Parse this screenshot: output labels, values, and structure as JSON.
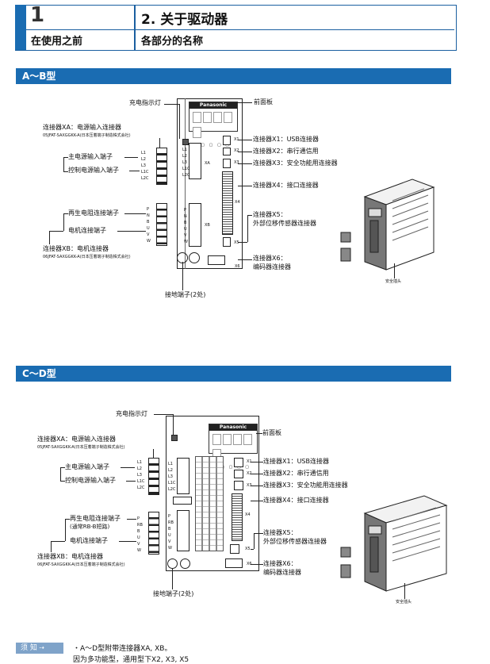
{
  "header": {
    "chapter_num": "1",
    "chapter_title": "在使用之前",
    "section_title": "2. 关于驱动器",
    "section_subtitle": "各部分的名称"
  },
  "section_ab": {
    "bar_title": "A～B型",
    "labels": {
      "charge_lamp": "充电指示灯",
      "front_panel": "前面板",
      "xa_title": "连接器XA：电源输入连接器",
      "xa_part": "05JFAT-SAXGGKK-A(日本压着端子制造株式会社)",
      "main_power": "主电源输入端子",
      "control_power": "控制电源输入端子",
      "regen": "再生电阻连接端子",
      "motor": "电机连接端子",
      "xb_title": "连接器XB：电机连接器",
      "xb_part": "06JFAT-SAXGGKK-A(日本压着端子制造株式会社)",
      "ground": "接地端子(2处)",
      "x1": "连接器X1：USB连接器",
      "x2": "连接器X2：串行通信用",
      "x3": "连接器X3：安全功能用连接器",
      "x4": "连接器X4：接口连接器",
      "x5a": "连接器X5：",
      "x5b": "外部位移传感器连接器",
      "x6a": "连接器X6：",
      "x6b": "编码器连接器",
      "safety_plug": "安全插头"
    },
    "pins_xa": [
      "L1",
      "L2",
      "L3",
      "L1C",
      "L2C"
    ],
    "pins_xb": [
      "P",
      "N",
      "B",
      "U",
      "V",
      "W"
    ],
    "brand": "Panasonic",
    "tags": {
      "xa": "XA",
      "xb": "XB",
      "x1": "X1",
      "x2": "X2",
      "x3": "X3",
      "x4": "X4",
      "x5": "X5",
      "x6": "X6"
    }
  },
  "section_cd": {
    "bar_title": "C～D型",
    "labels": {
      "charge_lamp": "充电指示灯",
      "front_panel": "前面板",
      "xa_title": "连接器XA：电源输入连接器",
      "xa_part": "05JFAT-SAXGGKK-A(日本压着端子制造株式会社)",
      "main_power": "主电源输入端子",
      "control_power": "控制电源输入端子",
      "regen": "再生电阻连接端子",
      "regen_note": "(通常RB-B短路)",
      "motor": "电机连接端子",
      "xb_title": "连接器XB：电机连接器",
      "xb_part": "06JFAT-SAXGGKK-A(日本压着端子制造株式会社)",
      "ground": "接地端子(2处)",
      "x1": "连接器X1：USB连接器",
      "x2": "连接器X2：串行通信用",
      "x3": "连接器X3：安全功能用连接器",
      "x4": "连接器X4：接口连接器",
      "x5a": "连接器X5：",
      "x5b": "外部位移传感器连接器",
      "x6a": "连接器X6：",
      "x6b": "编码器连接器",
      "safety_plug": "安全插头"
    },
    "pins_xa": [
      "L1",
      "L2",
      "L3",
      "L1C",
      "L2C"
    ],
    "pins_xb": [
      "P",
      "RB",
      "B",
      "U",
      "V",
      "W"
    ],
    "brand": "Panasonic",
    "tags": {
      "x1": "X1",
      "x2": "X2",
      "x3": "X3",
      "x4": "X4",
      "x5": "X5",
      "x6": "X6"
    }
  },
  "note": {
    "badge": "须 知",
    "line1": "・A～D型附带连接器XA, XB。",
    "line2": "  因为多功能型，通用型下X2, X3, X5"
  },
  "colors": {
    "accent": "#1a6cb2",
    "badge_bg": "#7fa3c9"
  }
}
